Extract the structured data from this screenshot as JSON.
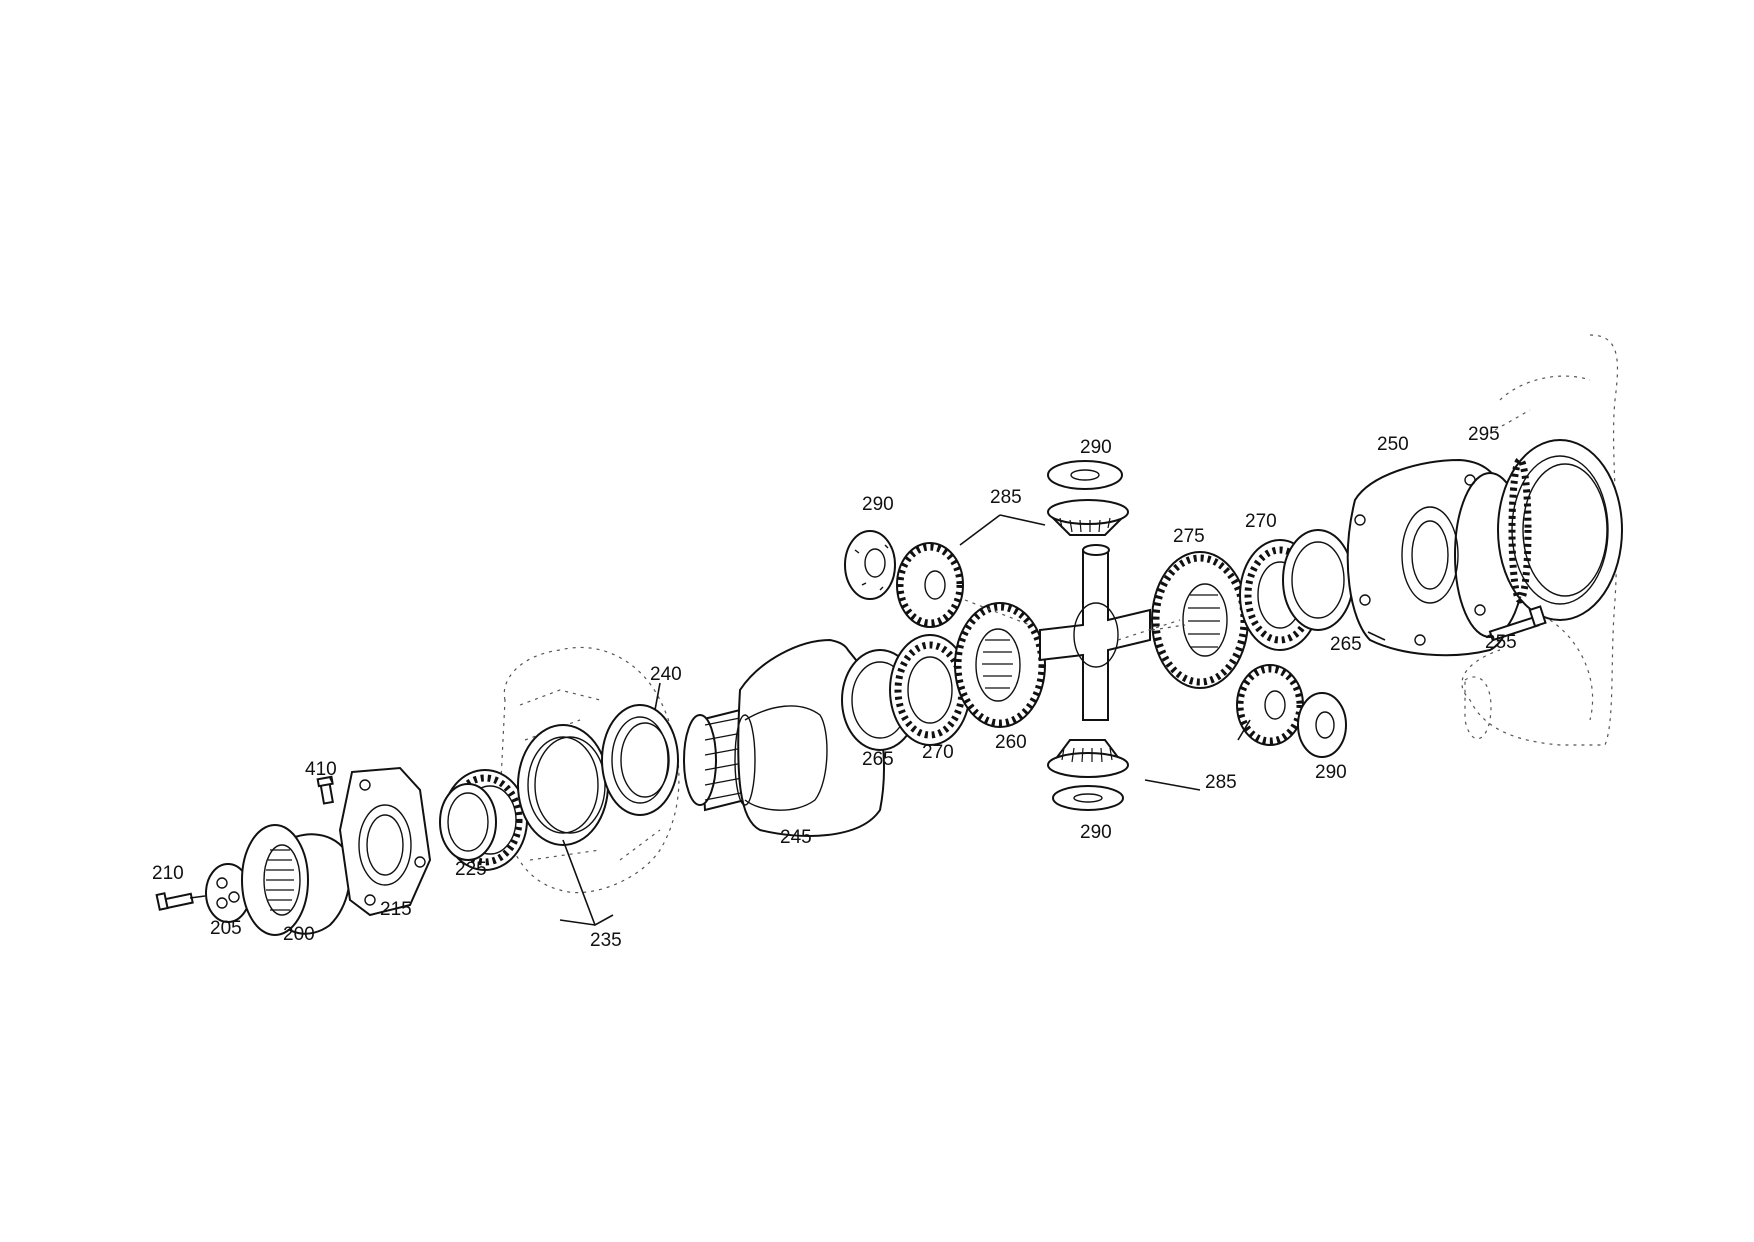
{
  "callouts": {
    "c200": "200",
    "c205": "205",
    "c210": "210",
    "c215": "215",
    "c225": "225",
    "c235": "235",
    "c240": "240",
    "c245": "245",
    "c250": "250",
    "c255": "255",
    "c260": "260",
    "c265a": "265",
    "c265b": "265",
    "c270a": "270",
    "c270b": "270",
    "c275": "275",
    "c285a": "285",
    "c285b": "285",
    "c290a": "290",
    "c290b": "290",
    "c290c": "290",
    "c290d": "290",
    "c295": "295",
    "c410": "410"
  },
  "colors": {
    "ink": "#111111",
    "background": "#ffffff"
  }
}
